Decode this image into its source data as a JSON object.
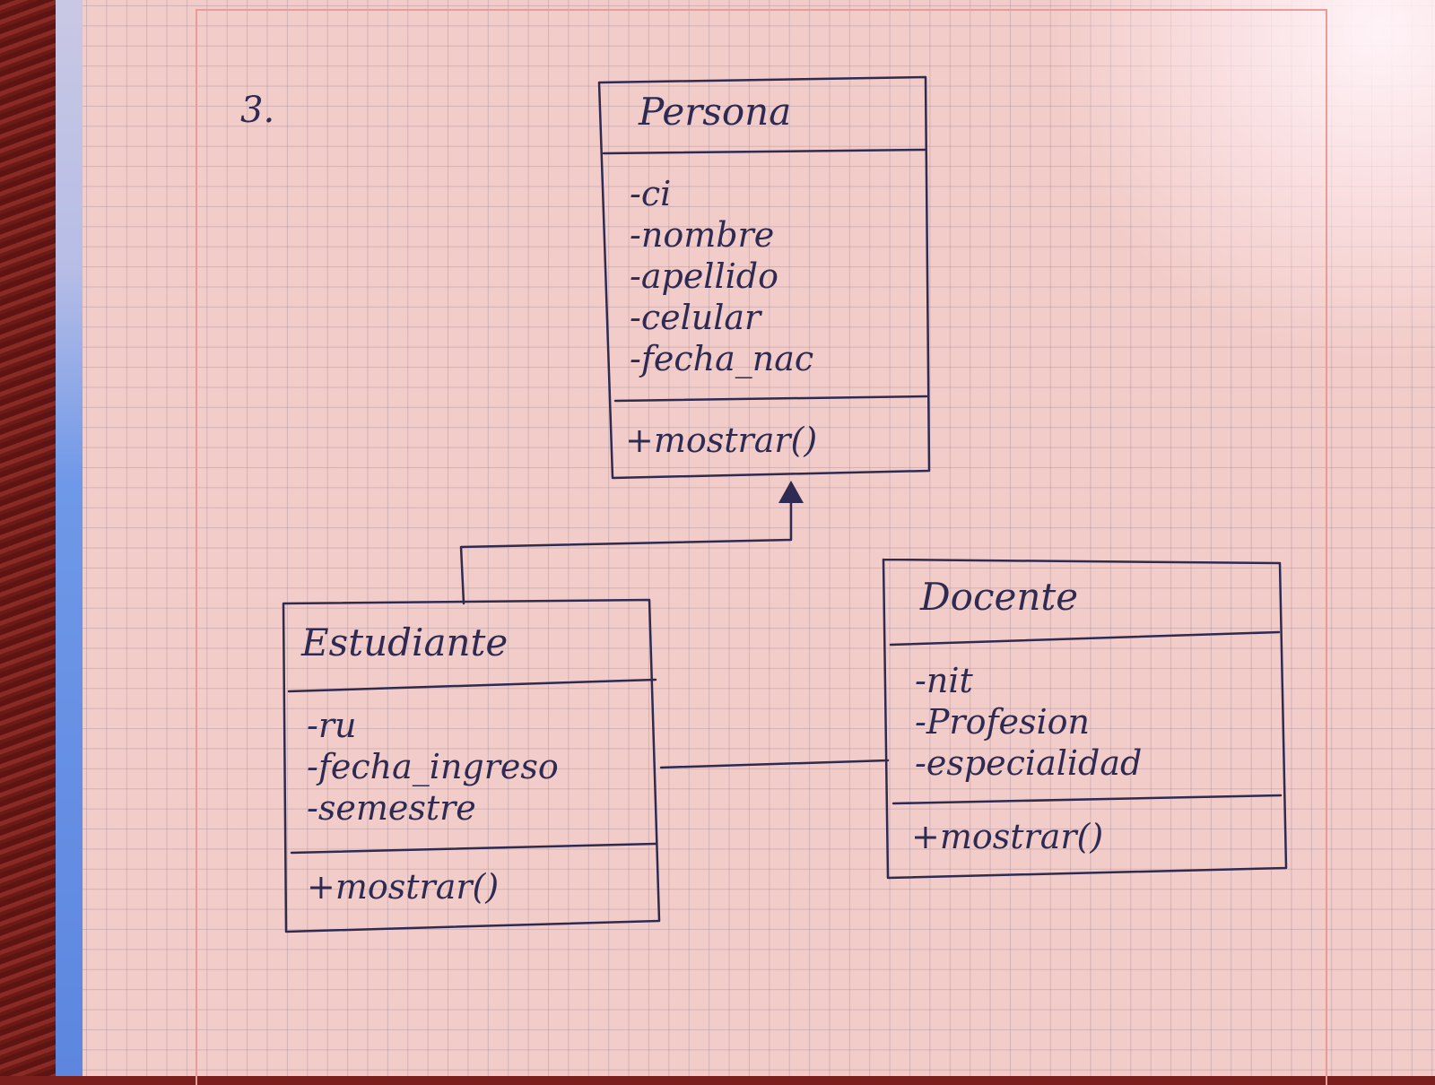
{
  "exercise_number": "3.",
  "classes": {
    "persona": {
      "name": "Persona",
      "attributes": [
        "-ci",
        "-nombre",
        "-apellido",
        "-celular",
        "-fecha_nac"
      ],
      "methods": [
        "+mostrar()"
      ]
    },
    "estudiante": {
      "name": "Estudiante",
      "attributes": [
        "-ru",
        "-fecha_ingreso",
        "-semestre"
      ],
      "methods": [
        "+mostrar()"
      ]
    },
    "docente": {
      "name": "Docente",
      "attributes": [
        "-nit",
        "-Profesion",
        "-especialidad"
      ],
      "methods": [
        "+mostrar()"
      ]
    }
  },
  "relationships": [
    {
      "type": "inheritance",
      "from": "Estudiante",
      "to": "Persona"
    },
    {
      "type": "association",
      "from": "Estudiante",
      "to": "Docente"
    }
  ],
  "colors": {
    "ink": "#2e2a52",
    "paper": "#f2ccc8",
    "grid": "#968296",
    "margin_line": "#e99b98"
  }
}
